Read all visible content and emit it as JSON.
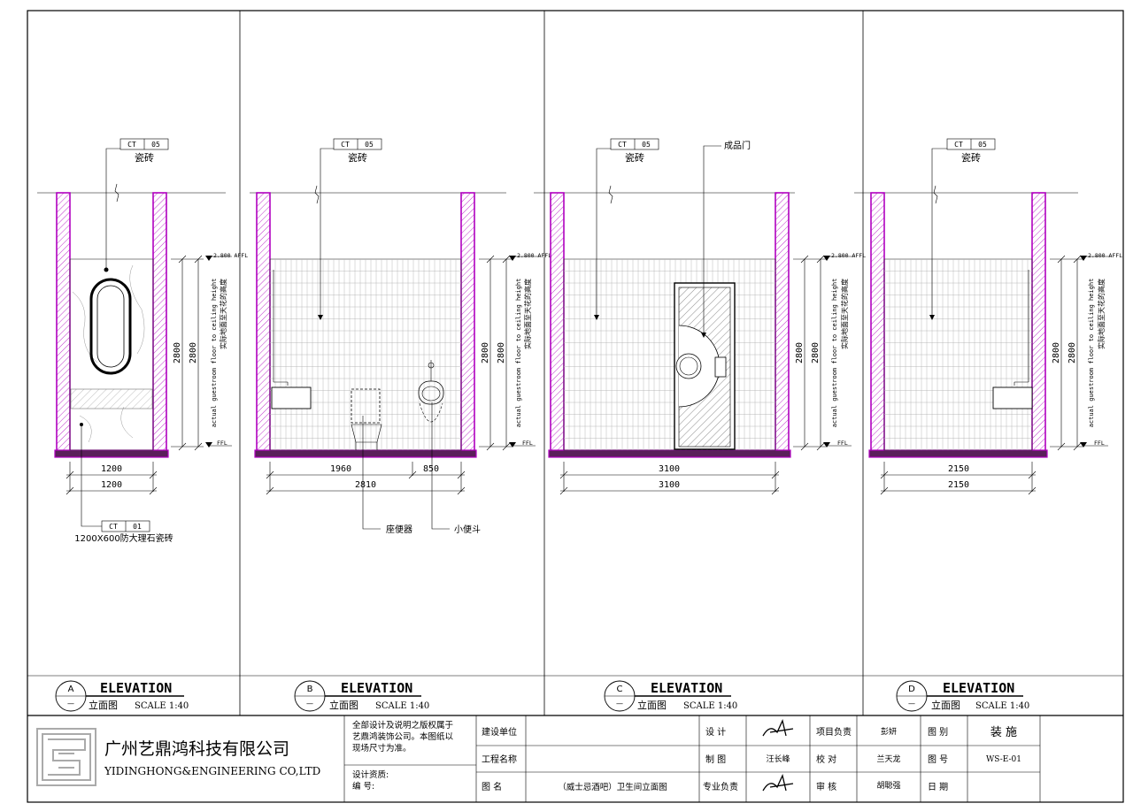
{
  "elevations": [
    {
      "letter": "A",
      "sub": "—",
      "title": "ELEVATION",
      "subtitle": "立面图",
      "scale": "SCALE 1:40",
      "material_code": "CT",
      "material_num": "05",
      "material": "瓷砖",
      "level_label": "2.800 AFFL",
      "ffl_label": "FFL",
      "height_note_en": "actual guestroom floor to ceiling height",
      "height_note_cn": "实际地面至天花的高度",
      "height_1": "2800",
      "height_2": "2800",
      "dim_1": "1200",
      "dim_2": "1200",
      "floor_code": "CT",
      "floor_num": "01",
      "floor_material": "1200X600防大理石瓷砖"
    },
    {
      "letter": "B",
      "sub": "—",
      "title": "ELEVATION",
      "subtitle": "立面图",
      "scale": "SCALE 1:40",
      "material_code": "CT",
      "material_num": "05",
      "material": "瓷砖",
      "level_label": "2.800 AFFL",
      "ffl_label": "FFL",
      "height_note_en": "actual guestroom floor to ceiling height",
      "height_note_cn": "实际地面至天花的高度",
      "height_1": "2800",
      "height_2": "2800",
      "dim_1a": "1960",
      "dim_1b": "850",
      "dim_2": "2810",
      "toilet": "座便器",
      "urinal": "小便斗"
    },
    {
      "letter": "C",
      "sub": "—",
      "title": "ELEVATION",
      "subtitle": "立面图",
      "scale": "SCALE 1:40",
      "material_code": "CT",
      "material_num": "05",
      "material": "瓷砖",
      "door_label": "成品门",
      "level_label": "2.800 AFFL",
      "ffl_label": "FFL",
      "height_note_en": "actual guestroom floor to ceiling height",
      "height_note_cn": "实际地面至天花的高度",
      "height_1": "2800",
      "height_2": "2800",
      "dim_1": "3100",
      "dim_2": "3100"
    },
    {
      "letter": "D",
      "sub": "—",
      "title": "ELEVATION",
      "subtitle": "立面图",
      "scale": "SCALE 1:40",
      "material_code": "CT",
      "material_num": "05",
      "material": "瓷砖",
      "level_label": "2.800 AFFL",
      "ffl_label": "FFL",
      "height_note_en": "actual guestroom floor to ceiling height",
      "height_note_cn": "实际地面至天花的高度",
      "height_1": "2800",
      "height_2": "2800",
      "dim_1": "2150",
      "dim_2": "2150"
    }
  ],
  "title_block": {
    "company_cn": "广州艺鼎鸿科技有限公司",
    "company_en": "YIDINGHONG&ENGINEERING CO,LTD",
    "copyright_1": "全部设计及说明之版权属于",
    "copyright_2": "艺鼎鸿装饰公司。本图纸以",
    "copyright_3": "现场尺寸为准。",
    "qualification": "设计资质:",
    "number": "编    号:",
    "client_label": "建设单位",
    "project_label": "工程名称",
    "drawing_label": "图    名",
    "drawing_name": "（威士忌酒吧）卫生间立面图",
    "design_label": "设    计",
    "draft_label": "制    图",
    "drafter": "汪长峰",
    "specialty_label": "专业负责",
    "pm_label": "项目负责",
    "pm_name": "彭妍",
    "check_label": "校    对",
    "checker": "兰天龙",
    "review_label": "审    核",
    "reviewer": "胡聪强",
    "category_label": "图    别",
    "category": "装  施",
    "drawing_no_label": "图    号",
    "drawing_no": "WS-E-01",
    "date_label": "日    期"
  },
  "colors": {
    "wall": "#b000c0",
    "floor": "#5a1f5a",
    "line": "#000000",
    "tile_grid": "#b8b8b8"
  }
}
